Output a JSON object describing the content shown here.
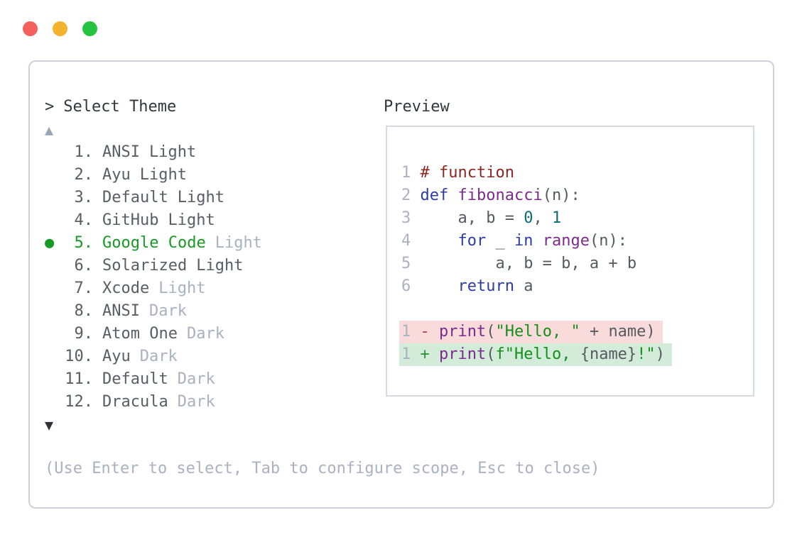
{
  "window_controls": {
    "close_color": "#f4615d",
    "minimize_color": "#f3b32d",
    "zoom_color": "#24c440"
  },
  "picker": {
    "prompt": ">",
    "title": "Select Theme",
    "scroll_up_symbol": "▲",
    "scroll_down_symbol": "▼",
    "selected_bullet": "●",
    "items": [
      {
        "number": "1.",
        "name": "ANSI",
        "variant": "Light",
        "variant_muted": false,
        "selected": false
      },
      {
        "number": "2.",
        "name": "Ayu",
        "variant": "Light",
        "variant_muted": false,
        "selected": false
      },
      {
        "number": "3.",
        "name": "Default",
        "variant": "Light",
        "variant_muted": false,
        "selected": false
      },
      {
        "number": "4.",
        "name": "GitHub",
        "variant": "Light",
        "variant_muted": false,
        "selected": false
      },
      {
        "number": "5.",
        "name": "Google Code",
        "variant": "Light",
        "variant_muted": true,
        "selected": true
      },
      {
        "number": "6.",
        "name": "Solarized",
        "variant": "Light",
        "variant_muted": false,
        "selected": false
      },
      {
        "number": "7.",
        "name": "Xcode",
        "variant": "Light",
        "variant_muted": true,
        "selected": false
      },
      {
        "number": "8.",
        "name": "ANSI",
        "variant": "Dark",
        "variant_muted": true,
        "selected": false
      },
      {
        "number": "9.",
        "name": "Atom One",
        "variant": "Dark",
        "variant_muted": true,
        "selected": false
      },
      {
        "number": "10.",
        "name": "Ayu",
        "variant": "Dark",
        "variant_muted": true,
        "selected": false
      },
      {
        "number": "11.",
        "name": "Default",
        "variant": "Dark",
        "variant_muted": true,
        "selected": false
      },
      {
        "number": "12.",
        "name": "Dracula",
        "variant": "Dark",
        "variant_muted": true,
        "selected": false
      }
    ],
    "hint": "(Use Enter to select, Tab to configure scope, Esc to close)"
  },
  "preview": {
    "label": "Preview",
    "code_lines": [
      {
        "number": "1",
        "tokens": [
          [
            "comment",
            "# function"
          ]
        ]
      },
      {
        "number": "2",
        "tokens": [
          [
            "kw",
            "def"
          ],
          [
            "plain",
            " "
          ],
          [
            "fn",
            "fibonacci"
          ],
          [
            "plain",
            "(n):"
          ]
        ]
      },
      {
        "number": "3",
        "tokens": [
          [
            "plain",
            "    a, b = "
          ],
          [
            "lit",
            "0"
          ],
          [
            "plain",
            ", "
          ],
          [
            "lit",
            "1"
          ]
        ]
      },
      {
        "number": "4",
        "tokens": [
          [
            "plain",
            "    "
          ],
          [
            "kw",
            "for"
          ],
          [
            "plain",
            " _ "
          ],
          [
            "kw",
            "in"
          ],
          [
            "plain",
            " "
          ],
          [
            "fn",
            "range"
          ],
          [
            "plain",
            "(n):"
          ]
        ]
      },
      {
        "number": "5",
        "tokens": [
          [
            "plain",
            "        a, b = b, a + b"
          ]
        ]
      },
      {
        "number": "6",
        "tokens": [
          [
            "plain",
            "    "
          ],
          [
            "kw",
            "return"
          ],
          [
            "plain",
            " a"
          ]
        ]
      }
    ],
    "diff_lines": [
      {
        "number": "1",
        "sign": "-",
        "kind": "removed",
        "tokens": [
          [
            "fn",
            "print"
          ],
          [
            "plain",
            "("
          ],
          [
            "str",
            "\"Hello, \""
          ],
          [
            "plain",
            " + name)"
          ]
        ]
      },
      {
        "number": "1",
        "sign": "+",
        "kind": "added",
        "tokens": [
          [
            "fn",
            "print"
          ],
          [
            "plain",
            "("
          ],
          [
            "str",
            "f\"Hello, "
          ],
          [
            "plain",
            "{name}"
          ],
          [
            "str",
            "!\""
          ],
          [
            "plain",
            ")"
          ]
        ]
      }
    ]
  },
  "colors": {
    "panel_border": "#ccd1db",
    "preview_border": "#d6dae1",
    "title_text": "#32363c",
    "list_text": "#595d64",
    "muted_text": "#a9b1c2",
    "selected_green": "#169a23",
    "hint_text": "#a9b1c2",
    "scroll_up": "#9aa5b8",
    "scroll_down": "#2c3037",
    "line_number": "#a9b1c2",
    "code_plain": "#565a61",
    "syntax_comment": "#8e2622",
    "syntax_keyword": "#2e3ba3",
    "syntax_function": "#7b2b8a",
    "syntax_literal": "#0e6b73",
    "syntax_string": "#148f1b",
    "diff_minus": "#b23a33",
    "diff_plus": "#2c9334",
    "removed_bg": "#fadbdb",
    "added_bg": "#d3ecda",
    "close_red": "#f4615d",
    "minimize_yellow": "#f3b32d",
    "zoom_green": "#24c440"
  }
}
